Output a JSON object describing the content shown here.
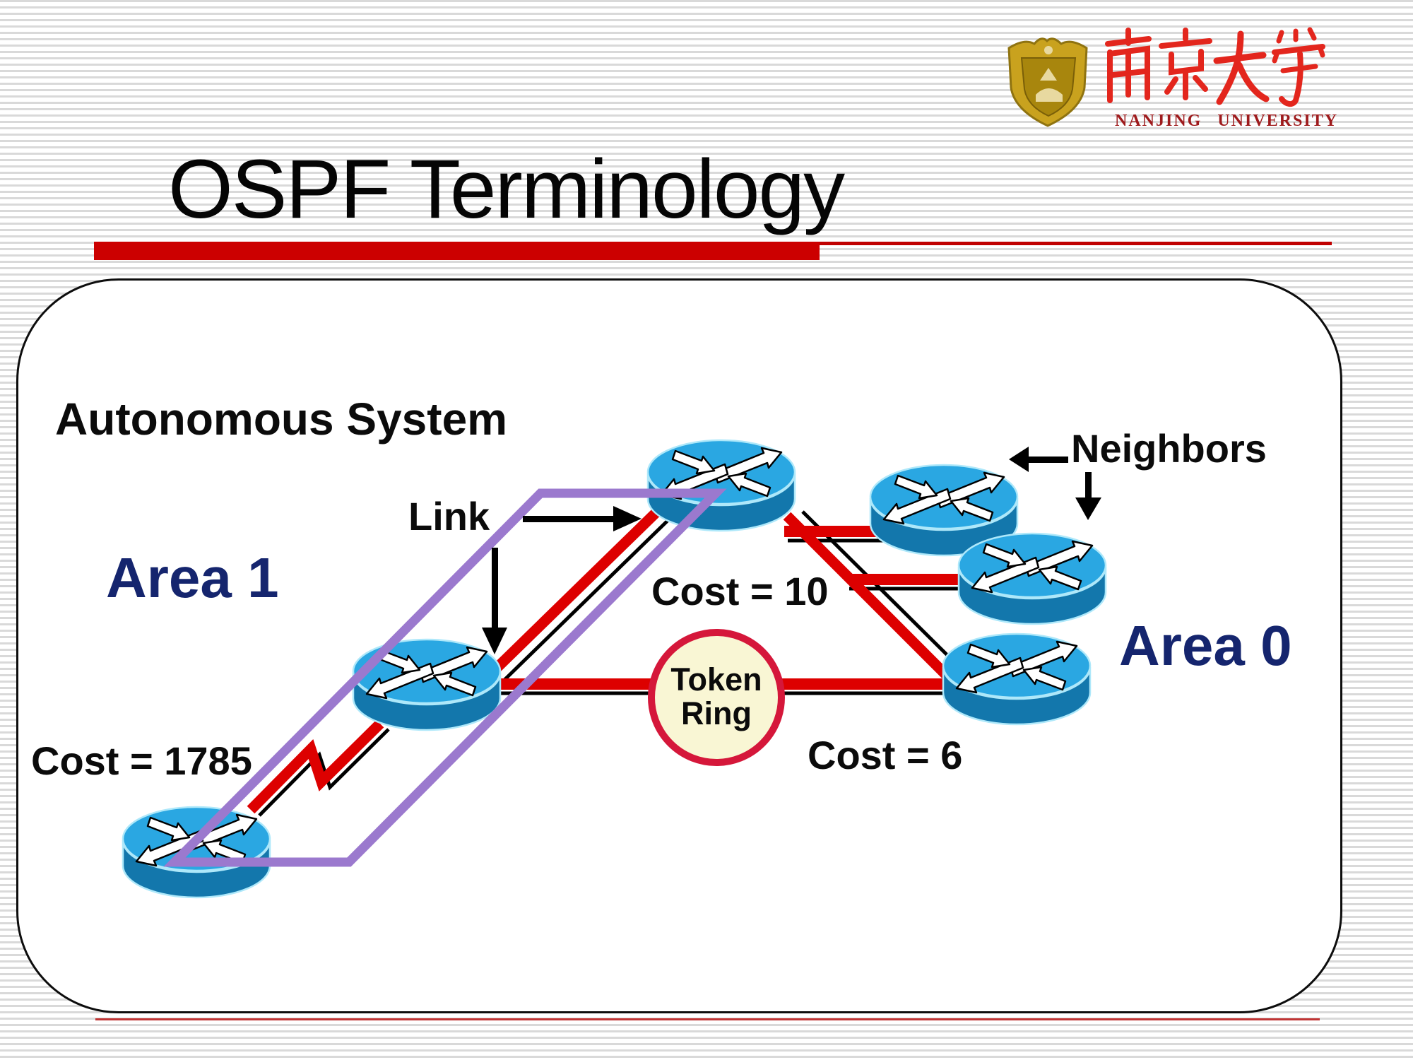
{
  "slide": {
    "title": "OSPF Terminology"
  },
  "logo": {
    "chinese": "南京大学",
    "latin": "NANJING  UNIVERSITY"
  },
  "diagram": {
    "labels": {
      "autonomous_system": "Autonomous System",
      "area1": "Area 1",
      "area0": "Area 0",
      "link": "Link",
      "neighbors": "Neighbors",
      "cost_serial": "Cost = 1785",
      "cost_ethernet": "Cost = 10",
      "cost_token": "Cost = 6",
      "token_line1": "Token",
      "token_line2": "Ring"
    },
    "nodes": [
      "router-area1-border",
      "router-area1-middle",
      "router-area1-bottom",
      "router-area0-top",
      "router-area0-middle",
      "router-area0-bottom",
      "token-ring-network"
    ],
    "colors": {
      "accent_bar_red": "#cc0000",
      "link_red": "#dd0000",
      "link_black": "#000000",
      "area_boundary_purple": "#9b79ce",
      "router_top_blue": "#2aa7e2",
      "router_side_blue": "#1377ac",
      "router_edge_cyan": "#aee8fa",
      "token_fill": "#f9f6d4",
      "token_border": "#d5173a",
      "area_label_navy": "#15256e",
      "logo_red": "#e3261d",
      "logo_text_maroon": "#9e1a1c",
      "logo_gold": "#c9a21e",
      "stripe_gray": "#d9d9d9"
    }
  }
}
